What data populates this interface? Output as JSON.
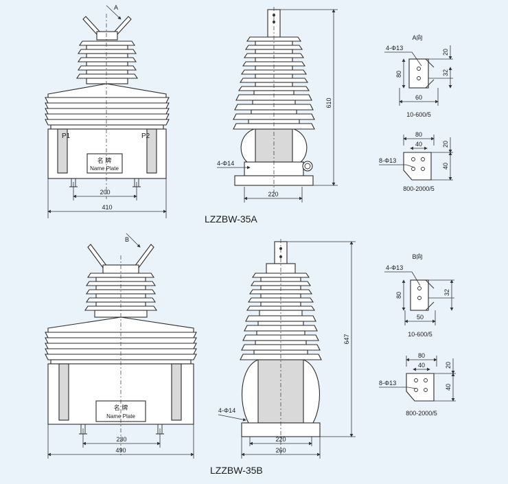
{
  "models": {
    "a": {
      "title": "LZZBW-35A",
      "front": {
        "view_arrow": "A",
        "p1": "P1",
        "p2": "P2",
        "plate_cn": "名 牌",
        "plate_en": "Name Plate",
        "dim_foot_spacing": "200",
        "dim_overall_width": "410"
      },
      "side": {
        "dim_height": "610",
        "holes": "4-Φ14",
        "dim_base": "220"
      },
      "view_label": "A向",
      "terminal_small": {
        "holes": "4-Φ13",
        "dim_height": "80",
        "dim_top": "20",
        "dim_right": "32",
        "dim_width": "60",
        "ratio": "10-600/5"
      },
      "terminal_large": {
        "dim_outer": "80",
        "dim_inner": "40",
        "dim_top": "20",
        "holes": "8-Φ13",
        "dim_right": "40",
        "ratio": "800-2000/5"
      }
    },
    "b": {
      "title": "LZZBW-35B",
      "front": {
        "view_arrow": "B",
        "plate_cn": "名 牌",
        "plate_en": "Name Plate",
        "dim_foot_spacing": "230",
        "dim_overall_width": "490"
      },
      "side": {
        "dim_height": "647",
        "holes": "4-Φ14",
        "dim_base_inner": "220",
        "dim_base_outer": "260"
      },
      "view_label": "B向",
      "terminal_small": {
        "holes": "4-Φ13",
        "dim_height": "80",
        "dim_right": "32",
        "dim_width": "50",
        "ratio": "10-600/5"
      },
      "terminal_large": {
        "dim_outer": "80",
        "dim_inner": "40",
        "dim_top": "20",
        "holes": "8-Φ13",
        "dim_right": "40",
        "ratio": "800-2000/5"
      }
    }
  },
  "colors": {
    "background": "#eaf3fa",
    "line": "#2a2a2a",
    "shade": "#d9d9d9"
  }
}
